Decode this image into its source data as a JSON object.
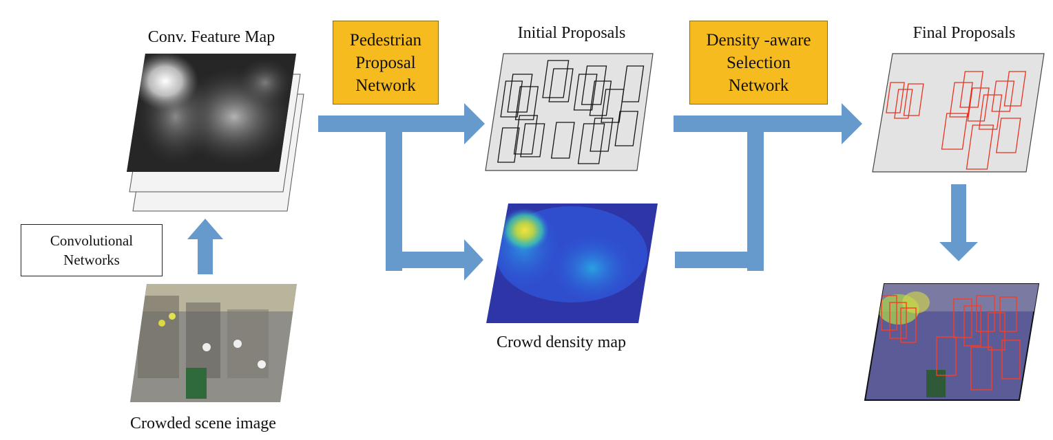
{
  "labels": {
    "feature_map": "Conv. Feature Map",
    "initial_proposals": "Initial Proposals",
    "final_proposals": "Final Proposals",
    "density_map": "Crowd density map",
    "scene_image": "Crowded scene image"
  },
  "boxes": {
    "ppn": [
      "Pedestrian",
      "Proposal",
      "Network"
    ],
    "dsn": [
      "Density -aware",
      "Selection",
      "Network"
    ],
    "conv": [
      "Convolutional",
      "Networks"
    ]
  },
  "colors": {
    "arrow": "#6699cc",
    "box_fill": "#f6bc1f",
    "panel_gray": "#e3e3e3",
    "proposal_black": "#111111",
    "proposal_red": "#e8301f"
  }
}
